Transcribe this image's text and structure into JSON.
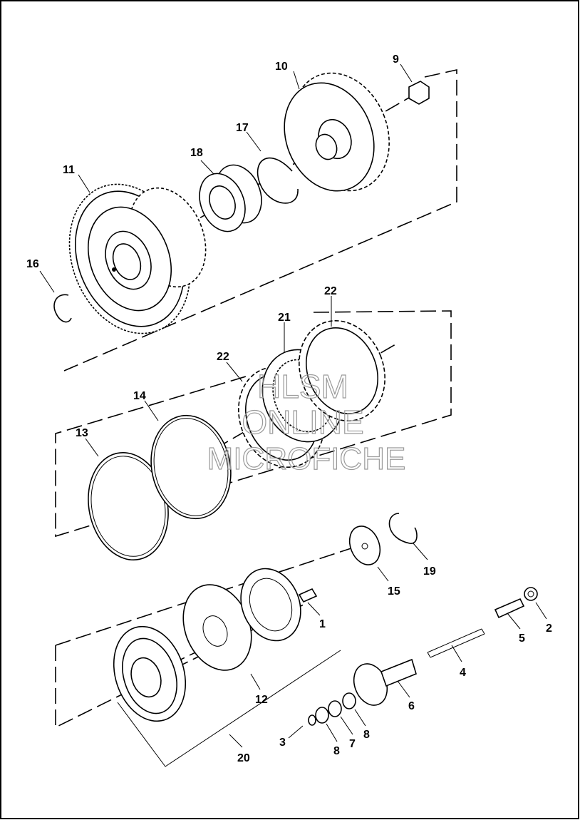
{
  "watermark": {
    "line1": "HLSM",
    "line2": "ONLINE",
    "line3": "MICROFICHE"
  },
  "callouts": [
    {
      "id": "c1",
      "label": "1"
    },
    {
      "id": "c2",
      "label": "2"
    },
    {
      "id": "c3",
      "label": "3"
    },
    {
      "id": "c4",
      "label": "4"
    },
    {
      "id": "c5",
      "label": "5"
    },
    {
      "id": "c6",
      "label": "6"
    },
    {
      "id": "c7",
      "label": "7"
    },
    {
      "id": "c8a",
      "label": "8"
    },
    {
      "id": "c8b",
      "label": "8"
    },
    {
      "id": "c9",
      "label": "9"
    },
    {
      "id": "c10",
      "label": "10"
    },
    {
      "id": "c11",
      "label": "11"
    },
    {
      "id": "c12",
      "label": "12"
    },
    {
      "id": "c13",
      "label": "13"
    },
    {
      "id": "c14",
      "label": "14"
    },
    {
      "id": "c15",
      "label": "15"
    },
    {
      "id": "c16",
      "label": "16"
    },
    {
      "id": "c17",
      "label": "17"
    },
    {
      "id": "c18",
      "label": "18"
    },
    {
      "id": "c19",
      "label": "19"
    },
    {
      "id": "c20",
      "label": "20"
    },
    {
      "id": "c21",
      "label": "21"
    },
    {
      "id": "c22a",
      "label": "22"
    },
    {
      "id": "c22b",
      "label": "22"
    }
  ]
}
